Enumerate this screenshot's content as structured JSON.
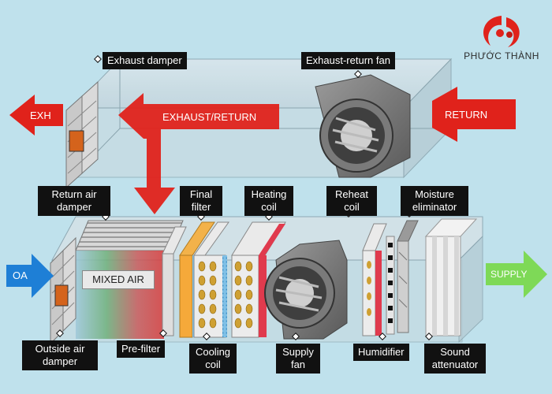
{
  "brand": {
    "name": "PHƯỚC THÀNH"
  },
  "airflow": {
    "exh": "EXH",
    "exhaust_return": "EXHAUST/RETURN",
    "return": "RETURN",
    "oa": "OA",
    "supply": "SUPPLY",
    "mixed_air": "MIXED AIR"
  },
  "components": {
    "exhaust_damper": "Exhaust damper",
    "exhaust_return_fan": "Exhaust-return fan",
    "return_air_damper": "Return air damper",
    "final_filter": "Final filter",
    "heating_coil": "Heating coil",
    "reheat_coil": "Reheat coil",
    "moisture_eliminator": "Moisture eliminator",
    "outside_air_damper": "Outside air damper",
    "pre_filter": "Pre-filter",
    "cooling_coil": "Cooling coil",
    "supply_fan": "Supply fan",
    "humidifier": "Humidifier",
    "sound_attenuator": "Sound attenuator"
  },
  "colors": {
    "background": "#bfe1ec",
    "label_bg": "#111111",
    "red_arrow": "#e0221b",
    "blue_arrow": "#1e7fd6",
    "green_arrow": "#7ed957",
    "heating": "#e03a4d",
    "cooling_fins": "#cfa032"
  }
}
